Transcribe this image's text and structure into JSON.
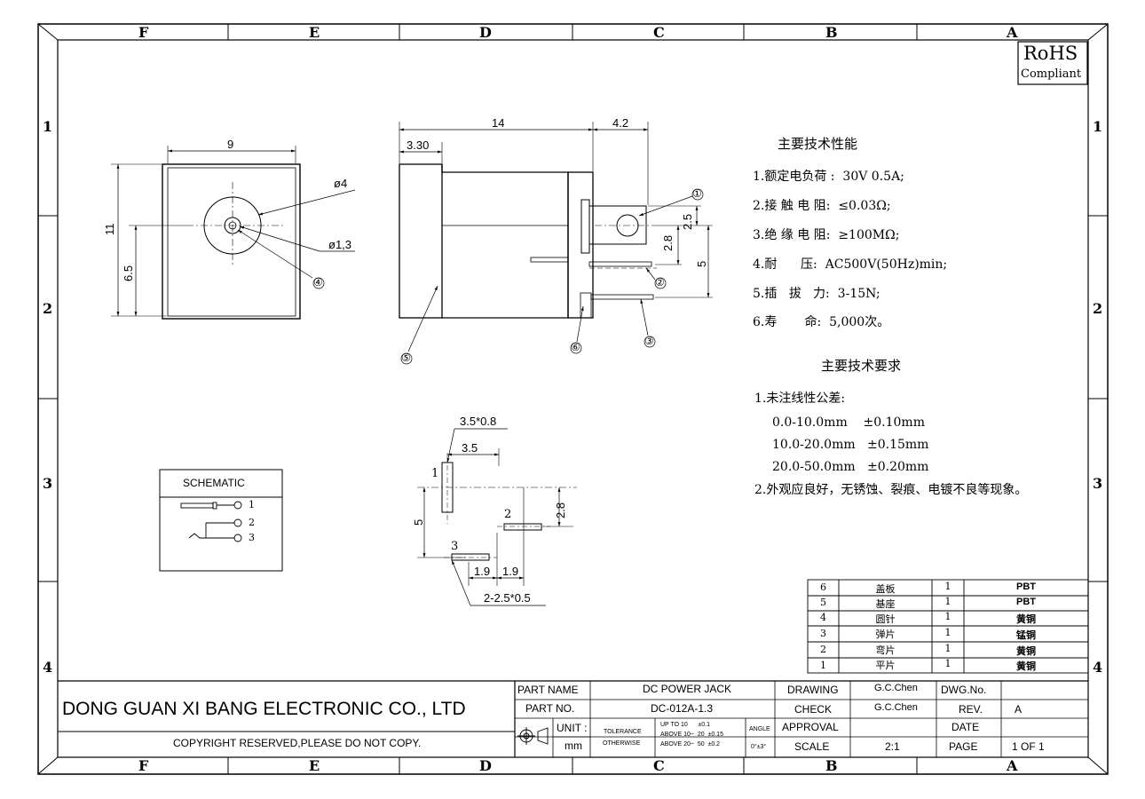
{
  "frame": {
    "columns": [
      "F",
      "E",
      "D",
      "C",
      "B",
      "A"
    ],
    "rows": [
      "1",
      "2",
      "3",
      "4"
    ]
  },
  "rohs": {
    "line1": "RoHS",
    "line2": "Compliant"
  },
  "front_view": {
    "width_dim": "9",
    "height_dim": "11",
    "center_height_dim": "6.5",
    "outer_dia": "ø4",
    "pin_dia": "ø1,3",
    "callout": "④"
  },
  "side_view": {
    "length_dim": "14",
    "tail_dim": "4.2",
    "flange_dim": "3.30",
    "dim_2_5": "2.5",
    "dim_2_8": "2.8",
    "dim_5": "5",
    "callouts": [
      "①",
      "②",
      "③",
      "⑤",
      "⑥"
    ]
  },
  "pcb_layout": {
    "pad1_size": "3.5*0.8",
    "pad1_offset": "3.5",
    "dim_5": "5",
    "dim_2_8": "2.8",
    "dim_1_9a": "1.9",
    "dim_1_9b": "1.9",
    "pad3_size": "2-2.5*0.5",
    "labels": [
      "1",
      "2",
      "3"
    ]
  },
  "schematic": {
    "title": "SCHEMATIC",
    "pins": [
      "1",
      "2",
      "3"
    ]
  },
  "specs": {
    "title": "主要技术性能",
    "items": [
      "1.额定电负荷 :  30V 0.5A;",
      "2.接 触 电 阻:  ≤0.03Ω;",
      "3.绝 缘 电 阻:  ≥100MΩ;",
      "4.耐      压:  AC500V(50Hz)min;",
      "5.插   拔   力:  3-15N;",
      "6.寿       命:  5,000次。"
    ]
  },
  "requirements": {
    "title": "主要技术要求",
    "items": [
      "1.未注线性公差:",
      "0.0-10.0mm    ±0.10mm",
      "10.0-20.0mm   ±0.15mm",
      "20.0-50.0mm   ±0.20mm",
      "2.外观应良好，无锈蚀、裂痕、电镀不良等现象。"
    ]
  },
  "bom": [
    {
      "no": "6",
      "name": "盖板",
      "qty": "1",
      "material": "PBT"
    },
    {
      "no": "5",
      "name": "基座",
      "qty": "1",
      "material": "PBT"
    },
    {
      "no": "4",
      "name": "圆针",
      "qty": "1",
      "material": "黄铜"
    },
    {
      "no": "3",
      "name": "弹片",
      "qty": "1",
      "material": "锰铜"
    },
    {
      "no": "2",
      "name": "弯片",
      "qty": "1",
      "material": "黄铜"
    },
    {
      "no": "1",
      "name": "平片",
      "qty": "1",
      "material": "黄铜"
    }
  ],
  "title_block": {
    "company": "DONG GUAN XI BANG ELECTRONIC CO., LTD",
    "copyright": "COPYRIGHT RESERVED,PLEASE DO NOT COPY.",
    "part_name_label": "PART NAME",
    "part_name": "DC POWER JACK",
    "part_no_label": "PART NO.",
    "part_no": "DC-012A-1.3",
    "unit_label": "UNIT :",
    "unit": "mm",
    "tolerance_label": "TOLERANCE",
    "otherwise_label": "OTHERWISE",
    "tol_rows": [
      "UP TO 10      ±0.1",
      "ABOVE 10~  20  ±0.15",
      "ABOVE 20~  50  ±0.2"
    ],
    "angle_label": "ANGLE",
    "angle_value": "0°±3°",
    "drawing_label": "DRAWING",
    "drawing": "G.C.Chen",
    "check_label": "CHECK",
    "check": "G.C.Chen",
    "approval_label": "APPROVAL",
    "approval": "",
    "scale_label": "SCALE",
    "scale": "2:1",
    "dwg_no_label": "DWG.No.",
    "dwg_no": "",
    "rev_label": "REV.",
    "rev": "A",
    "date_label": "DATE",
    "date": "",
    "page_label": "PAGE",
    "page": "1 OF 1"
  }
}
